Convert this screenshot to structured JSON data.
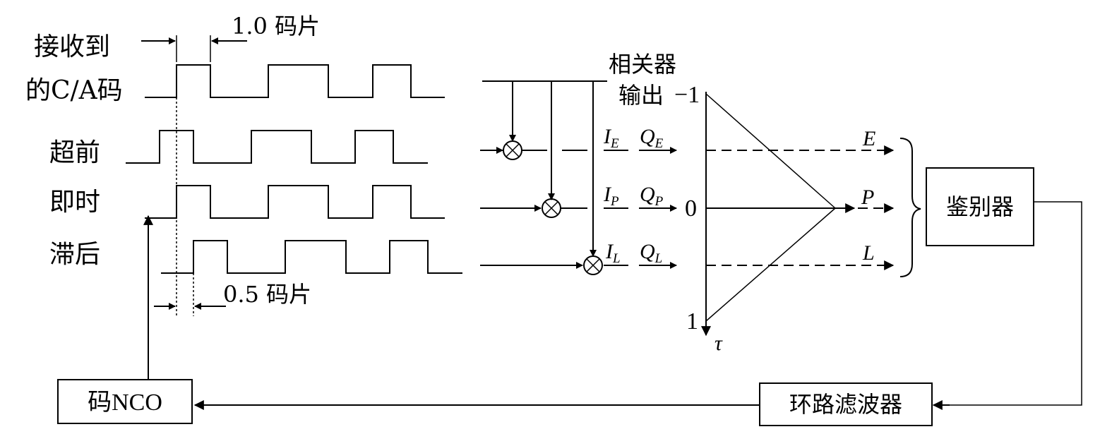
{
  "waveforms": {
    "received": {
      "label_line1": "接收到",
      "label_line2": "的C/A码"
    },
    "early": {
      "label": "超前"
    },
    "prompt": {
      "label": "即时"
    },
    "late": {
      "label": "滞后"
    }
  },
  "annotations": {
    "one_chip": "1.0 码片",
    "half_chip": "0.5 码片"
  },
  "correlator": {
    "title_line1": "相关器",
    "title_line2": "输出",
    "branches": [
      {
        "i_main": "I",
        "i_sub": "E",
        "q_main": "Q",
        "q_sub": "E",
        "out": "E"
      },
      {
        "i_main": "I",
        "i_sub": "P",
        "q_main": "Q",
        "q_sub": "P",
        "out": "P"
      },
      {
        "i_main": "I",
        "i_sub": "L",
        "q_main": "Q",
        "q_sub": "L",
        "out": "L"
      }
    ]
  },
  "tau_axis": {
    "tick_top": "−1",
    "tick_mid": "0",
    "tick_bottom": "1",
    "symbol": "τ"
  },
  "blocks": {
    "discriminator": "鉴别器",
    "loop_filter": "环路滤波器",
    "code_nco": "码NCO"
  }
}
